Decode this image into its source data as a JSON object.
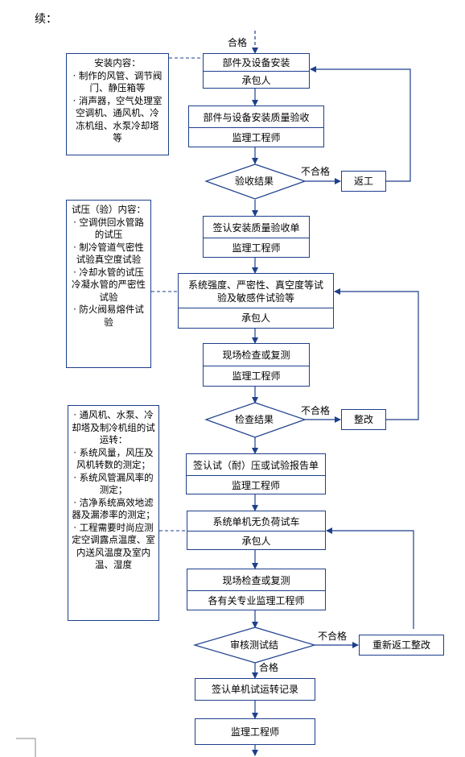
{
  "header": {
    "continued_label": "续："
  },
  "labels": {
    "pass_top": "合格",
    "fail_1": "不合格",
    "fail_2": "不合格",
    "fail_3": "不合格",
    "pass_bottom": "合格"
  },
  "boxes": {
    "install": {
      "title": "部件及设备安装",
      "role": "承包人"
    },
    "install_acceptance": {
      "title": "部件与设备安装质量验收",
      "role": "监理工程师"
    },
    "sign_install": {
      "title": "签认安装质量验收单",
      "role": "监理工程师"
    },
    "system_test": {
      "title_line1": "系统强度、严密性、真空度等试",
      "title_line2": "验及敏感件试验等",
      "role": "承包人"
    },
    "inspect_1": {
      "title": "现场检查或复测",
      "role": "监理工程师"
    },
    "sign_test_report": {
      "title": "签认试（耐）压或试验报告单",
      "role": "监理工程师"
    },
    "single_run": {
      "title": "系统单机无负荷试车",
      "role": "承包人"
    },
    "inspect_2": {
      "title": "现场检查或复测",
      "role": "各有关专业监理工程师"
    },
    "sign_run_record": {
      "title": "签认单机试运转记录"
    },
    "final_supervisor": {
      "title": "监理工程师"
    }
  },
  "decisions": {
    "acceptance_result": "验收结果",
    "check_result": "检查结果",
    "review_run": "审核测试结"
  },
  "side_boxes": {
    "return_work": "返工",
    "rectify": "整改",
    "redo_rectify": "重新返工整改"
  },
  "notes": {
    "install_content": [
      "安装内容：",
      "· 制作的风管、调节阀门、静压箱等",
      "· 消声器，空气处理室空调机、通风机、冷冻机组、水泵冷却塔等"
    ],
    "pressure_test_content": [
      "试压（验）内容：",
      "· 空调供回水管路的试压",
      "· 制冷管道气密性试验真空度试验",
      "· 冷却水管的试压冷凝水管的严密性试验",
      "· 防火阀易熔件试验"
    ],
    "trial_run_content": [
      "· 通风机、水泵、冷却塔及制冷机组的试运转：",
      "· 系统风量，风压及风机转数的测定；",
      "· 系统风管漏风率的测定；",
      "· 洁净系统高效地滤器及漏渗率的测定；",
      "· 工程需要时尚应测定空调露点温度、室内送风温度及室内温、湿度"
    ]
  },
  "colors": {
    "line": "#1d3f8c",
    "text": "#000000",
    "background": "#ffffff"
  }
}
